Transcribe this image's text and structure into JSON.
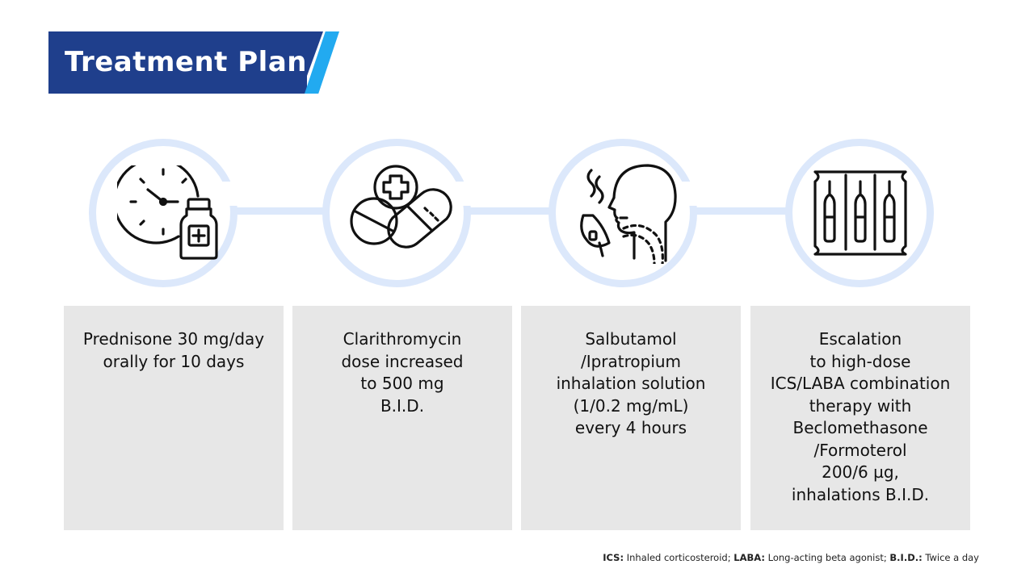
{
  "header": {
    "title": "Treatment Plan"
  },
  "steps": [
    {
      "icon": "clock-medicine-bottle-icon",
      "lines": [
        "Prednisone 30 mg/day",
        "orally for 10 days"
      ]
    },
    {
      "icon": "pills-capsule-icon",
      "lines": [
        "Clarithromycin",
        "dose increased",
        "to 500 mg",
        "B.I.D."
      ]
    },
    {
      "icon": "head-inhalation-icon",
      "lines": [
        "Salbutamol",
        "/Ipratropium",
        "inhalation solution",
        "(1/0.2 mg/mL)",
        "every 4 hours"
      ]
    },
    {
      "icon": "ampoules-icon",
      "lines": [
        "Escalation",
        "to high-dose",
        "ICS/LABA combination",
        "therapy with",
        "Beclomethasone",
        "/Formoterol",
        "200/6 µg,",
        "inhalations B.I.D."
      ]
    }
  ],
  "footnote": {
    "ics_term": "ICS:",
    "ics_def": " Inhaled corticosteroid; ",
    "laba_term": "LABA:",
    "laba_def": " Long-acting beta agonist; ",
    "bid_term": "B.I.D.:",
    "bid_def": " Twice a day"
  },
  "colors": {
    "banner": "#1f3f8c",
    "accent": "#22aaf0",
    "ring": "#dce8fb",
    "card": "#e7e7e7"
  }
}
